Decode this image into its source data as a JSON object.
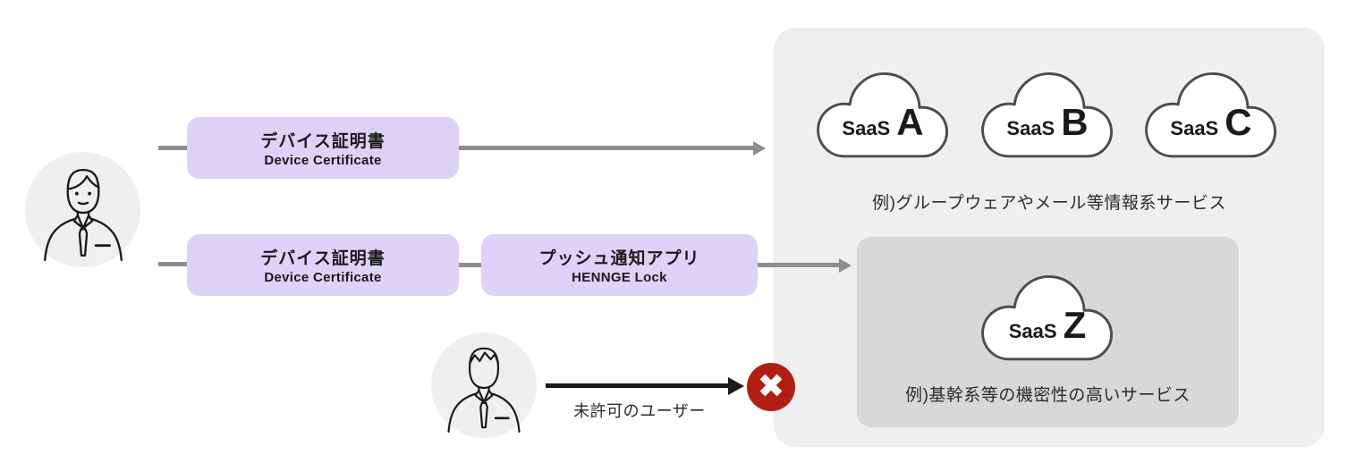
{
  "colors": {
    "badge_purple": "#DDD2F8",
    "panel_gray": "#EFEFEF",
    "secure_box_gray": "#D8D8D8",
    "arrow_gray": "#8E8E8E",
    "arrow_black": "#1A1A1A",
    "deny_red": "#B01F12",
    "cloud_outline": "#4D4D4D",
    "cloud_fill": "#FFFFFF"
  },
  "flow": {
    "user_icon": "business-person",
    "row1": {
      "badge": {
        "title": "デバイス証明書",
        "subtitle": "Device Certificate"
      }
    },
    "row2": {
      "badge1": {
        "title": "デバイス証明書",
        "subtitle": "Device Certificate"
      },
      "badge2": {
        "title": "プッシュ通知アプリ",
        "subtitle": "HENNGE Lock"
      }
    },
    "unauthorized": {
      "label": "未許可のユーザー",
      "deny_icon": "x-mark"
    }
  },
  "saas_panel": {
    "clouds": [
      {
        "prefix": "SaaS",
        "letter": "A"
      },
      {
        "prefix": "SaaS",
        "letter": "B"
      },
      {
        "prefix": "SaaS",
        "letter": "C"
      }
    ],
    "caption": "例)グループウェアやメール等情報系サービス",
    "secure_area": {
      "cloud": {
        "prefix": "SaaS",
        "letter": "Z"
      },
      "caption": "例)基幹系等の機密性の高いサービス"
    }
  }
}
